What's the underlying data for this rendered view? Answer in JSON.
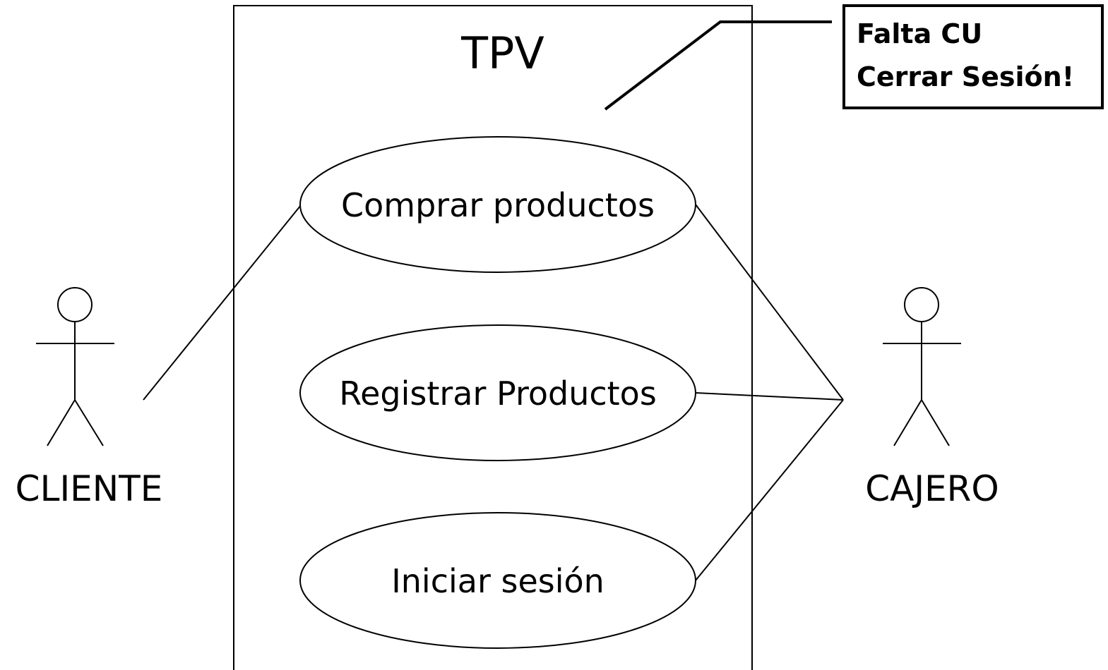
{
  "system": {
    "title": "TPV"
  },
  "use_cases": [
    {
      "id": "comprar",
      "label": "Comprar productos"
    },
    {
      "id": "registrar",
      "label": "Registrar Productos"
    },
    {
      "id": "iniciar",
      "label": "Iniciar sesión"
    }
  ],
  "actors": {
    "left": {
      "label": "CLIENTE"
    },
    "right": {
      "label": "CAJERO"
    }
  },
  "note": {
    "lines": [
      "Falta CU",
      "Cerrar Sesión!"
    ]
  },
  "associations": [
    {
      "from": "CLIENTE",
      "to": "Comprar productos"
    },
    {
      "from": "CAJERO",
      "to": "Comprar productos"
    },
    {
      "from": "CAJERO",
      "to": "Registrar Productos"
    },
    {
      "from": "CAJERO",
      "to": "Iniciar sesión"
    }
  ],
  "colors": {
    "stroke": "#000000",
    "background": "#ffffff"
  }
}
